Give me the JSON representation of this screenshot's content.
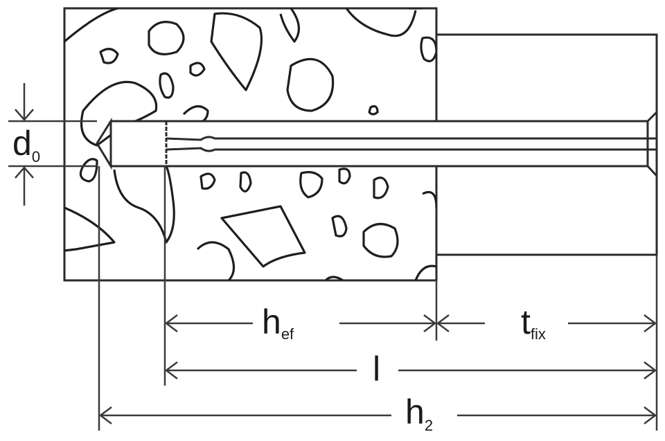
{
  "diagram": {
    "labels": {
      "d0": {
        "main": "d",
        "sub": "0"
      },
      "hef": {
        "main": "h",
        "sub": "ef"
      },
      "tfix": {
        "main": "t",
        "sub": "fix"
      },
      "l": {
        "main": "l"
      },
      "h2": {
        "main": "h",
        "sub": "2"
      }
    },
    "colors": {
      "line": "#2a2a2a",
      "background": "#ffffff"
    }
  }
}
